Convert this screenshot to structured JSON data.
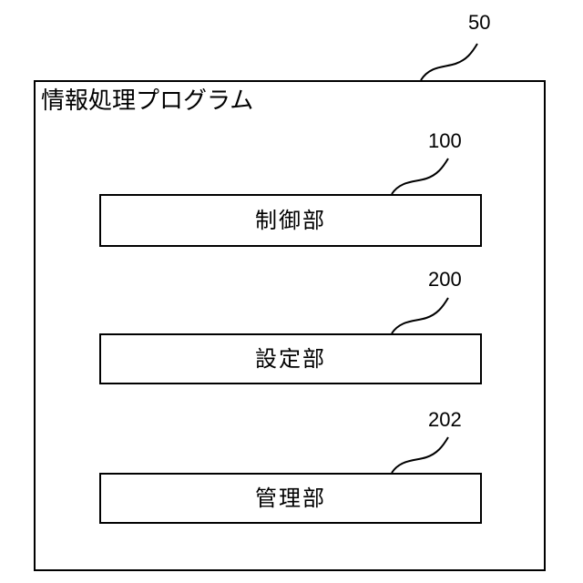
{
  "diagram": {
    "outer": {
      "ref": "50",
      "title": "情報処理プログラム"
    },
    "modules": [
      {
        "ref": "100",
        "label": "制御部"
      },
      {
        "ref": "200",
        "label": "設定部"
      },
      {
        "ref": "202",
        "label": "管理部"
      }
    ]
  }
}
